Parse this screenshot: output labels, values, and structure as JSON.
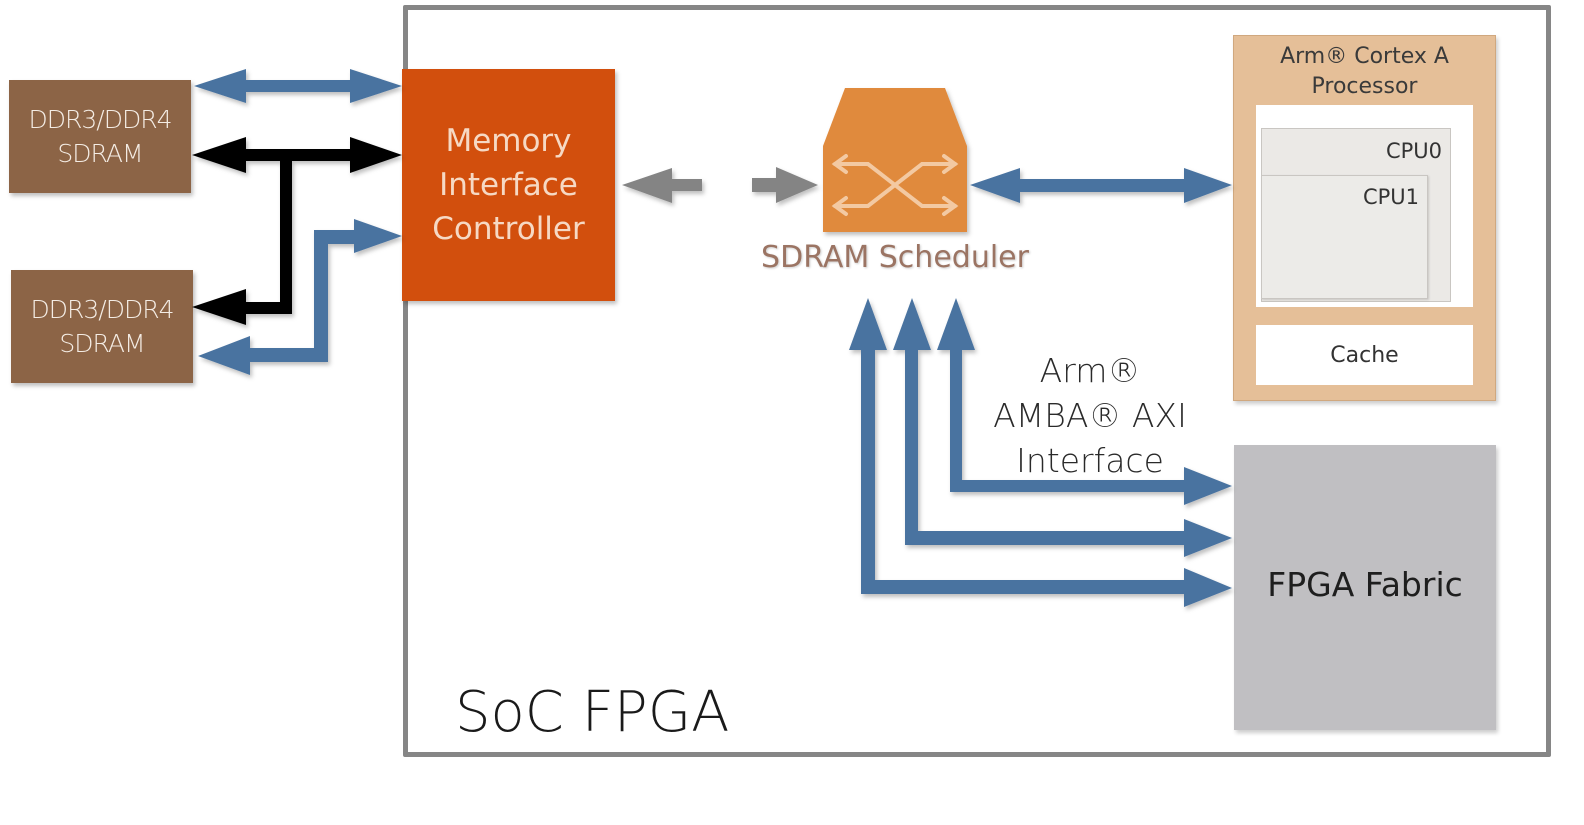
{
  "diagram": {
    "soc_label": "SoC FPGA",
    "ddr_blocks": [
      {
        "line1": "DDR3/DDR4",
        "line2": "SDRAM"
      },
      {
        "line1": "DDR3/DDR4",
        "line2": "SDRAM"
      }
    ],
    "memory_interface_controller": {
      "line1": "Memory",
      "line2": "Interface",
      "line3": "Controller"
    },
    "sdram_scheduler": "SDRAM Scheduler",
    "arm_processor": {
      "title_line1": "Arm® Cortex A",
      "title_line2": "Processor",
      "cpu0": "CPU0",
      "cpu1": "CPU1",
      "cache": "Cache"
    },
    "axi_interface": {
      "line1": "Arm®",
      "line2": "AMBA® AXI",
      "line3": "Interface"
    },
    "fpga_fabric": "FPGA Fabric",
    "colors": {
      "ddr": "#8c6446",
      "controller": "#d24f0d",
      "scheduler": "#e08a3c",
      "arm_box": "#e5bf98",
      "fpga_fabric": "#c0bfc2",
      "blue_arrow": "#4a73a0",
      "black_arrow": "#000000",
      "gray_arrow": "#848484",
      "frame": "#868686"
    }
  }
}
